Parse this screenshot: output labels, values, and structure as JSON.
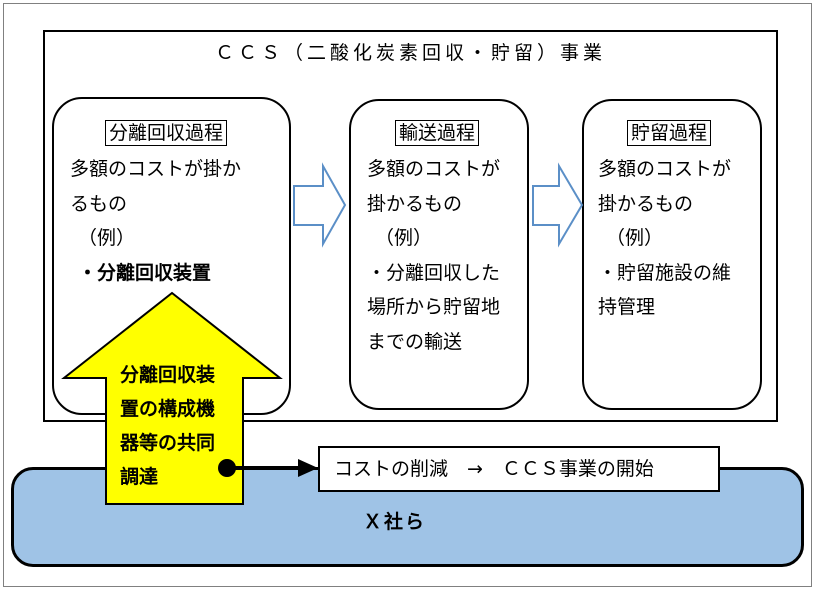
{
  "title": "ＣＣＳ（二酸化炭素回収・貯留）事業",
  "stages": [
    {
      "title": "分離回収過程",
      "lines": [
        "多額のコストが掛か",
        "るもの",
        "（例）",
        "・分離回収装置"
      ]
    },
    {
      "title": "輸送過程",
      "lines": [
        "多額のコストが",
        "掛かるもの",
        "（例）",
        "・分離回収した",
        "場所から貯留地",
        "までの輸送"
      ]
    },
    {
      "title": "貯留過程",
      "lines": [
        "多額のコストが",
        "掛かるもの",
        "（例）",
        "・貯留施設の維",
        "持管理"
      ]
    }
  ],
  "procurement": {
    "lines": [
      "分離回収装",
      "置の構成機",
      "器等の共同",
      "調達"
    ]
  },
  "result": {
    "text": "コストの削減　→　ＣＣＳ事業の開始"
  },
  "company": {
    "label": "Ｘ社ら"
  },
  "colors": {
    "procurement_arrow": "#ffff00",
    "company_band": "#9fc3e6",
    "flow_arrow_outline": "#5b8fc7"
  }
}
